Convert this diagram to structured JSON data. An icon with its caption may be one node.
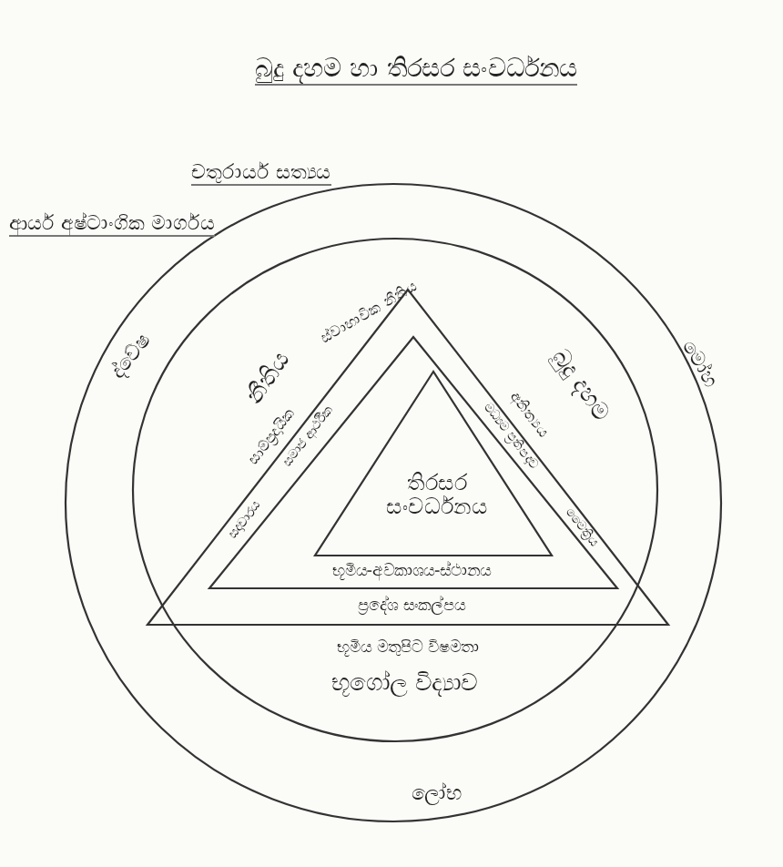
{
  "diagram": {
    "title": "බුදු දහම හා තිරසර සංවර්ධනය",
    "nodes": [
      {
        "text": [
          "ද්වේෂ",
          "මෝහ",
          "ලෝභ"
        ]
      },
      {
        "text": [
          "ස්වාභාවික නීතිය",
          "නීතිය",
          "සාම්ප්‍රදායික",
          "බුදු දහම",
          "අනිත්‍යය",
          "භූමිය මතුපිට විෂමතා",
          "භූගෝල විද්‍යාව"
        ],
        "in": 0
      },
      {
        "text": [
          "සමාජ ආර්ථික",
          "සදාචාරය",
          "මධ්‍යම ප්‍රතිපදාව",
          "මෛත්‍රිය",
          "ප්‍රදේශ සංකල්පය"
        ],
        "in": 1
      },
      {
        "text": [
          "භූමිය-අවකාශය-ස්ථානය"
        ],
        "in": 2
      },
      {
        "text": [
          "තිරසර සංවර්ධනය"
        ],
        "in": 3
      }
    ],
    "labels": [
      "චතුරාර්ය සත්‍යය",
      "ආර්ය අෂ්ටාංගික මාර්ගය"
    ]
  }
}
